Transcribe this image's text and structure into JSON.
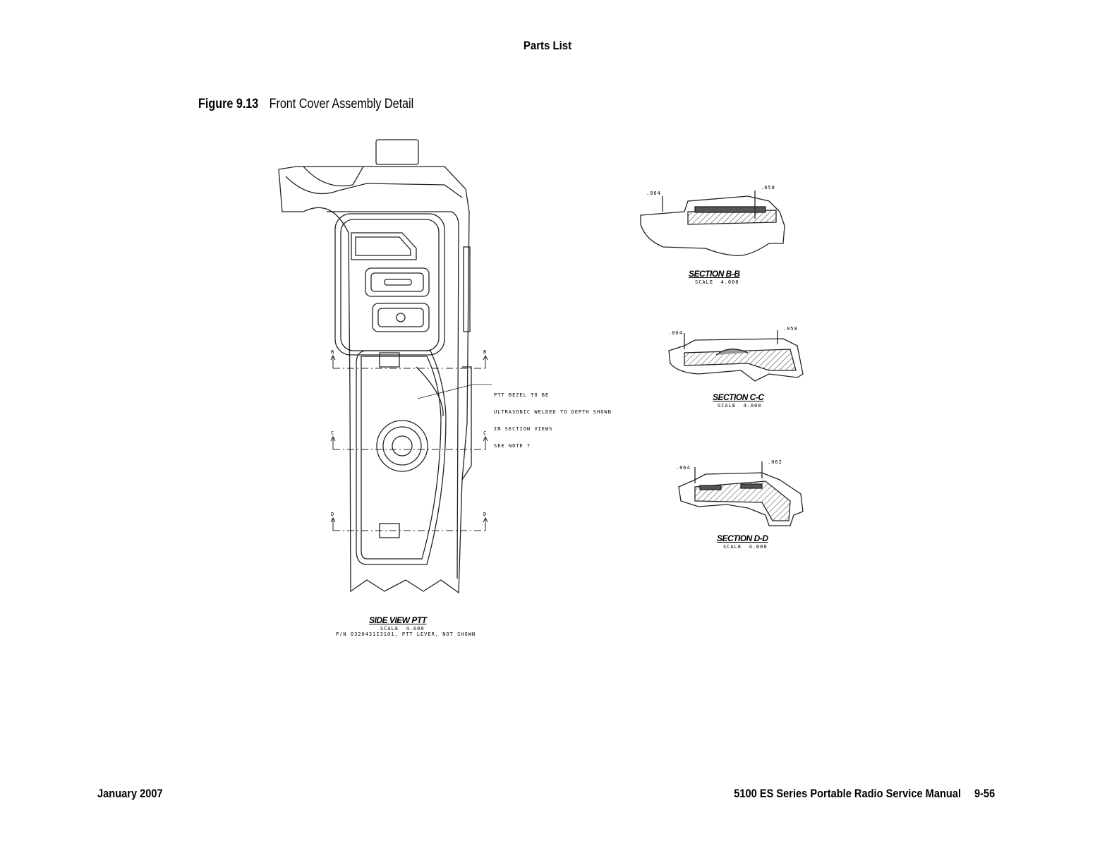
{
  "header": {
    "title": "Parts List"
  },
  "figure": {
    "number": "Figure 9.13",
    "title": "Front Cover Assembly Detail"
  },
  "main_view": {
    "title": "SIDE VIEW PTT",
    "scale": "SCALE  4.000",
    "note": "P/N 0320431I3101, PTT LEVER, NOT SHOWN",
    "callout": [
      "PTT BEZEL TO BE",
      "ULTRASONIC WELDED TO DEPTH SHOWN",
      "IN SECTION VIEWS",
      "SEE NOTE 7"
    ],
    "section_markers": [
      "B",
      "C",
      "D"
    ]
  },
  "sections": [
    {
      "title": "SECTION  B-B",
      "scale": "SCALE  4.000",
      "dim_left": ".064",
      "dim_right": ".058"
    },
    {
      "title": "SECTION  C-C",
      "scale": "SCALE  4.000",
      "dim_left": ".064",
      "dim_right": ".058"
    },
    {
      "title": "SECTION  D-D",
      "scale": "SCALE  4.000",
      "dim_left": ".064",
      "dim_right": ".062"
    }
  ],
  "footer": {
    "date": "January 2007",
    "manual": "5100 ES Series Portable Radio Service Manual",
    "page": "9-56"
  }
}
